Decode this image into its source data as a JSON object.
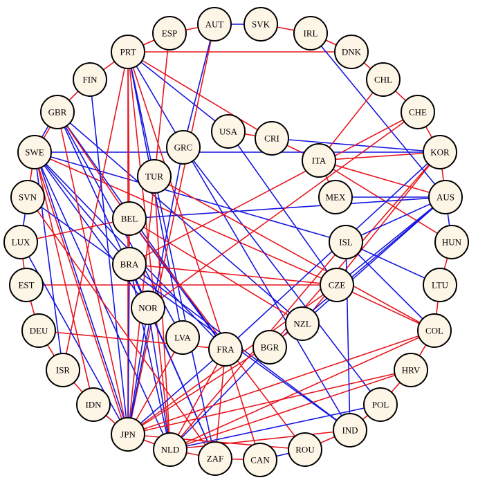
{
  "colors": {
    "red": "#E8141C",
    "blue": "#1515E0",
    "node_fill": "#FDF5E6",
    "node_stroke": "#000000"
  },
  "chart_data": {
    "type": "network",
    "nodes": [
      "AUT",
      "SVK",
      "IRL",
      "ESP",
      "DNK",
      "PRT",
      "CHL",
      "FIN",
      "CHE",
      "GBR",
      "USA",
      "CRI",
      "GRC",
      "SWE",
      "KOR",
      "ITA",
      "TUR",
      "AUS",
      "SVN",
      "MEX",
      "BEL",
      "HUN",
      "LUX",
      "ISL",
      "BRA",
      "EST",
      "LTU",
      "CZE",
      "NOR",
      "DEU",
      "NZL",
      "COL",
      "LVA",
      "FRA",
      "BGR",
      "ISR",
      "HRV",
      "IDN",
      "POL",
      "IND",
      "JPN",
      "ROU",
      "NLD",
      "CAN",
      "ZAF"
    ],
    "edges": [
      {
        "a": "AUT",
        "b": "SVK",
        "c": "blue"
      },
      {
        "a": "SVK",
        "b": "IRL",
        "c": "red"
      },
      {
        "a": "IRL",
        "b": "DNK",
        "c": "red"
      },
      {
        "a": "DNK",
        "b": "CHL",
        "c": "red"
      },
      {
        "a": "CHL",
        "b": "CHE",
        "c": "red"
      },
      {
        "a": "CHE",
        "b": "KOR",
        "c": "red"
      },
      {
        "a": "KOR",
        "b": "AUS",
        "c": "red"
      },
      {
        "a": "AUS",
        "b": "HUN",
        "c": "blue"
      },
      {
        "a": "HUN",
        "b": "LTU",
        "c": "red"
      },
      {
        "a": "LTU",
        "b": "COL",
        "c": "red"
      },
      {
        "a": "COL",
        "b": "HRV",
        "c": "red"
      },
      {
        "a": "HRV",
        "b": "POL",
        "c": "red"
      },
      {
        "a": "POL",
        "b": "IND",
        "c": "red"
      },
      {
        "a": "IND",
        "b": "ROU",
        "c": "red"
      },
      {
        "a": "ROU",
        "b": "CAN",
        "c": "blue"
      },
      {
        "a": "CAN",
        "b": "ZAF",
        "c": "red"
      },
      {
        "a": "ZAF",
        "b": "NLD",
        "c": "red"
      },
      {
        "a": "NLD",
        "b": "JPN",
        "c": "red"
      },
      {
        "a": "JPN",
        "b": "IDN",
        "c": "red"
      },
      {
        "a": "IDN",
        "b": "ISR",
        "c": "red"
      },
      {
        "a": "ISR",
        "b": "DEU",
        "c": "red"
      },
      {
        "a": "DEU",
        "b": "EST",
        "c": "red"
      },
      {
        "a": "EST",
        "b": "LUX",
        "c": "red"
      },
      {
        "a": "LUX",
        "b": "SVN",
        "c": "blue"
      },
      {
        "a": "SVN",
        "b": "SWE",
        "c": "red"
      },
      {
        "a": "SWE",
        "b": "GBR",
        "c": "blue"
      },
      {
        "a": "SWE",
        "b": "GBR",
        "c": "red"
      },
      {
        "a": "GBR",
        "b": "FIN",
        "c": "red"
      },
      {
        "a": "FIN",
        "b": "PRT",
        "c": "red"
      },
      {
        "a": "PRT",
        "b": "ESP",
        "c": "red"
      },
      {
        "a": "ESP",
        "b": "AUT",
        "c": "red"
      },
      {
        "a": "USA",
        "b": "CRI",
        "c": "red"
      },
      {
        "a": "CRI",
        "b": "ITA",
        "c": "red"
      },
      {
        "a": "ITA",
        "b": "AUS",
        "c": "red"
      },
      {
        "a": "ITA",
        "b": "KOR",
        "c": "red"
      },
      {
        "a": "ITA",
        "b": "HUN",
        "c": "red"
      },
      {
        "a": "CRI",
        "b": "KOR",
        "c": "blue"
      },
      {
        "a": "KOR",
        "b": "BGR",
        "c": "red"
      },
      {
        "a": "KOR",
        "b": "NZL",
        "c": "red"
      },
      {
        "a": "AUS",
        "b": "CZE",
        "c": "blue"
      },
      {
        "a": "AUS",
        "b": "NZL",
        "c": "blue"
      },
      {
        "a": "AUS",
        "b": "BGR",
        "c": "blue"
      },
      {
        "a": "AUS",
        "b": "ISL",
        "c": "blue"
      },
      {
        "a": "ISL",
        "b": "LTU",
        "c": "blue"
      },
      {
        "a": "ISL",
        "b": "COL",
        "c": "blue"
      },
      {
        "a": "CZE",
        "b": "COL",
        "c": "red"
      },
      {
        "a": "MEX",
        "b": "AUS",
        "c": "blue"
      },
      {
        "a": "BEL",
        "b": "AUS",
        "c": "blue"
      },
      {
        "a": "SWE",
        "b": "CZE",
        "c": "red"
      },
      {
        "a": "SWE",
        "b": "KOR",
        "c": "blue"
      },
      {
        "a": "SWE",
        "b": "ISL",
        "c": "blue"
      },
      {
        "a": "SWE",
        "b": "FRA",
        "c": "blue"
      },
      {
        "a": "SWE",
        "b": "BRA",
        "c": "blue"
      },
      {
        "a": "SWE",
        "b": "NOR",
        "c": "blue"
      },
      {
        "a": "SWE",
        "b": "JPN",
        "c": "blue"
      },
      {
        "a": "SWE",
        "b": "NLD",
        "c": "blue"
      },
      {
        "a": "SWE",
        "b": "IDN",
        "c": "red"
      },
      {
        "a": "SWE",
        "b": "ISR",
        "c": "blue"
      },
      {
        "a": "SWE",
        "b": "JPN",
        "c": "red"
      },
      {
        "a": "GBR",
        "b": "NZL",
        "c": "blue"
      },
      {
        "a": "GBR",
        "b": "LVA",
        "c": "blue"
      },
      {
        "a": "GBR",
        "b": "FRA",
        "c": "blue"
      },
      {
        "a": "GBR",
        "b": "JPN",
        "c": "red"
      },
      {
        "a": "GBR",
        "b": "NOR",
        "c": "blue"
      },
      {
        "a": "GBR",
        "b": "BEL",
        "c": "red"
      },
      {
        "a": "PRT",
        "b": "USA",
        "c": "blue"
      },
      {
        "a": "PRT",
        "b": "CRI",
        "c": "red"
      },
      {
        "a": "PRT",
        "b": "DNK",
        "c": "red"
      },
      {
        "a": "PRT",
        "b": "TUR",
        "c": "blue"
      },
      {
        "a": "PRT",
        "b": "FRA",
        "c": "red"
      },
      {
        "a": "PRT",
        "b": "LVA",
        "c": "blue"
      },
      {
        "a": "PRT",
        "b": "JPN",
        "c": "red"
      },
      {
        "a": "PRT",
        "b": "NLD",
        "c": "red"
      },
      {
        "a": "PRT",
        "b": "ISR",
        "c": "red"
      },
      {
        "a": "PRT",
        "b": "IND",
        "c": "blue"
      },
      {
        "a": "PRT",
        "b": "BEL",
        "c": "red"
      },
      {
        "a": "ESP",
        "b": "JPN",
        "c": "red"
      },
      {
        "a": "AUT",
        "b": "JPN",
        "c": "red"
      },
      {
        "a": "AUT",
        "b": "GRC",
        "c": "blue"
      },
      {
        "a": "IRL",
        "b": "AUS",
        "c": "blue"
      },
      {
        "a": "CHL",
        "b": "ITA",
        "c": "red"
      },
      {
        "a": "CHE",
        "b": "BRA",
        "c": "red"
      },
      {
        "a": "GRC",
        "b": "POL",
        "c": "blue"
      },
      {
        "a": "GRC",
        "b": "JPN",
        "c": "blue"
      },
      {
        "a": "USA",
        "b": "CZE",
        "c": "blue"
      },
      {
        "a": "TUR",
        "b": "NLD",
        "c": "red"
      },
      {
        "a": "TUR",
        "b": "ZAF",
        "c": "blue"
      },
      {
        "a": "TUR",
        "b": "COL",
        "c": "red"
      },
      {
        "a": "BEL",
        "b": "NZL",
        "c": "red"
      },
      {
        "a": "BEL",
        "b": "FRA",
        "c": "blue"
      },
      {
        "a": "BEL",
        "b": "ROU",
        "c": "red"
      },
      {
        "a": "BEL",
        "b": "LUX",
        "c": "red"
      },
      {
        "a": "BEL",
        "b": "JPN",
        "c": "red"
      },
      {
        "a": "BRA",
        "b": "NLD",
        "c": "blue"
      },
      {
        "a": "BRA",
        "b": "JPN",
        "c": "blue"
      },
      {
        "a": "BRA",
        "b": "ZAF",
        "c": "blue"
      },
      {
        "a": "BRA",
        "b": "IND",
        "c": "blue"
      },
      {
        "a": "BRA",
        "b": "CZE",
        "c": "red"
      },
      {
        "a": "NOR",
        "b": "NLD",
        "c": "blue"
      },
      {
        "a": "NOR",
        "b": "ZAF",
        "c": "blue"
      },
      {
        "a": "NOR",
        "b": "JPN",
        "c": "blue"
      },
      {
        "a": "NOR",
        "b": "CHE",
        "c": "red"
      },
      {
        "a": "LVA",
        "b": "JPN",
        "c": "red"
      },
      {
        "a": "DEU",
        "b": "FRA",
        "c": "red"
      },
      {
        "a": "FRA",
        "b": "CAN",
        "c": "red"
      },
      {
        "a": "FRA",
        "b": "NLD",
        "c": "red"
      },
      {
        "a": "FRA",
        "b": "ZAF",
        "c": "red"
      },
      {
        "a": "FRA",
        "b": "KOR",
        "c": "blue"
      },
      {
        "a": "FRA",
        "b": "JPN",
        "c": "blue"
      },
      {
        "a": "BGR",
        "b": "NLD",
        "c": "blue"
      },
      {
        "a": "NZL",
        "b": "JPN",
        "c": "red"
      },
      {
        "a": "CZE",
        "b": "JPN",
        "c": "red"
      },
      {
        "a": "COL",
        "b": "JPN",
        "c": "red"
      },
      {
        "a": "COL",
        "b": "NLD",
        "c": "red"
      },
      {
        "a": "HRV",
        "b": "JPN",
        "c": "red"
      },
      {
        "a": "HRV",
        "b": "NLD",
        "c": "red"
      },
      {
        "a": "POL",
        "b": "NLD",
        "c": "blue"
      },
      {
        "a": "IND",
        "b": "NLD",
        "c": "red"
      },
      {
        "a": "ROU",
        "b": "JPN",
        "c": "red"
      },
      {
        "a": "EST",
        "b": "CZE",
        "c": "red"
      },
      {
        "a": "LUX",
        "b": "JPN",
        "c": "blue"
      },
      {
        "a": "FIN",
        "b": "JPN",
        "c": "blue"
      },
      {
        "a": "SVN",
        "b": "IND",
        "c": "blue"
      },
      {
        "a": "SVN",
        "b": "ZAF",
        "c": "red"
      },
      {
        "a": "MEX",
        "b": "ITA",
        "c": "red"
      },
      {
        "a": "ISL",
        "b": "NLD",
        "c": "red"
      },
      {
        "a": "ISL",
        "b": "IND",
        "c": "blue"
      }
    ]
  }
}
